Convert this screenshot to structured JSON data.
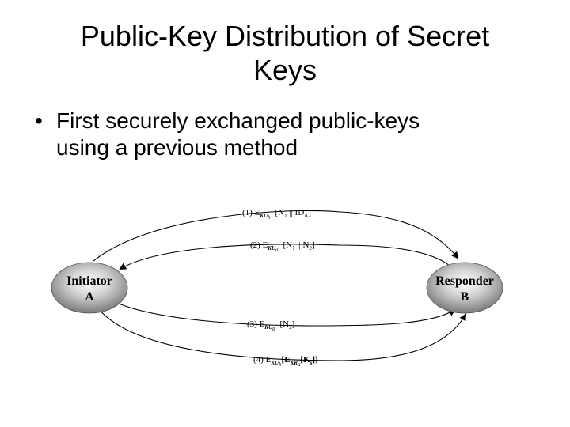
{
  "title": {
    "line1": "Public-Key Distribution of Secret",
    "line2": "Keys"
  },
  "bullet": {
    "marker": "•",
    "line1": "First securely exchanged public-keys",
    "line2": "using a previous method"
  },
  "diagram": {
    "initiator": {
      "line1": "Initiator",
      "line2": "A"
    },
    "responder": {
      "line1": "Responder",
      "line2": "B"
    },
    "messages": [
      {
        "number": "(1) E",
        "key": "KU",
        "key_sub": "b",
        "open": "[N",
        "n_sub": "1",
        "rest": " || ID",
        "id_sub": "A",
        "close": "]"
      },
      {
        "number": "(2) E",
        "key": "KU",
        "key_sub": "a",
        "open": "[N",
        "n_sub": "1",
        "mid": " || N",
        "n2_sub": "2",
        "close": "]"
      },
      {
        "number": "(3) E",
        "key": "KU",
        "key_sub": "b",
        "open": "[N",
        "n_sub": "2",
        "close": "]"
      },
      {
        "number": "(4) E",
        "key": "KU",
        "key_sub": "b",
        "open": "[E",
        "inner_key": "KR",
        "inner_key_sub": "a",
        "inner_open": "[K",
        "ks_sub": "s",
        "close": "]]"
      }
    ]
  }
}
